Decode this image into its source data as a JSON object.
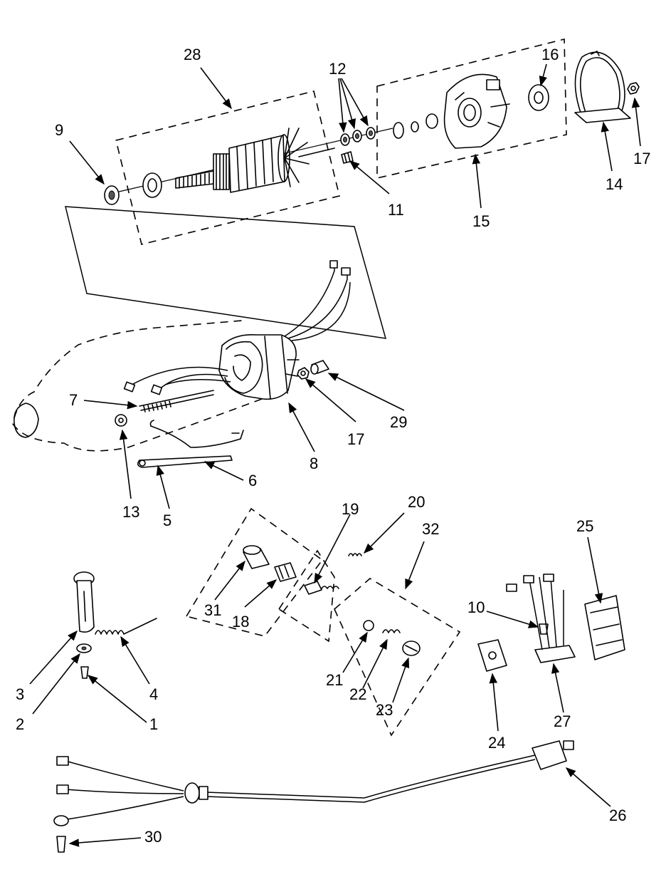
{
  "diagram": {
    "callouts": {
      "c1": "1",
      "c2": "2",
      "c3": "3",
      "c4": "4",
      "c5": "5",
      "c6": "6",
      "c7": "7",
      "c8": "8",
      "c9": "9",
      "c10": "10",
      "c11": "11",
      "c12": "12",
      "c13": "13",
      "c14": "14",
      "c15": "15",
      "c16": "16",
      "c17a": "17",
      "c17b": "17",
      "c18": "18",
      "c19": "19",
      "c20": "20",
      "c21": "21",
      "c22": "22",
      "c23": "23",
      "c24": "24",
      "c25": "25",
      "c26": "26",
      "c27": "27",
      "c28": "28",
      "c29": "29",
      "c30": "30",
      "c31": "31",
      "c32": "32"
    }
  }
}
